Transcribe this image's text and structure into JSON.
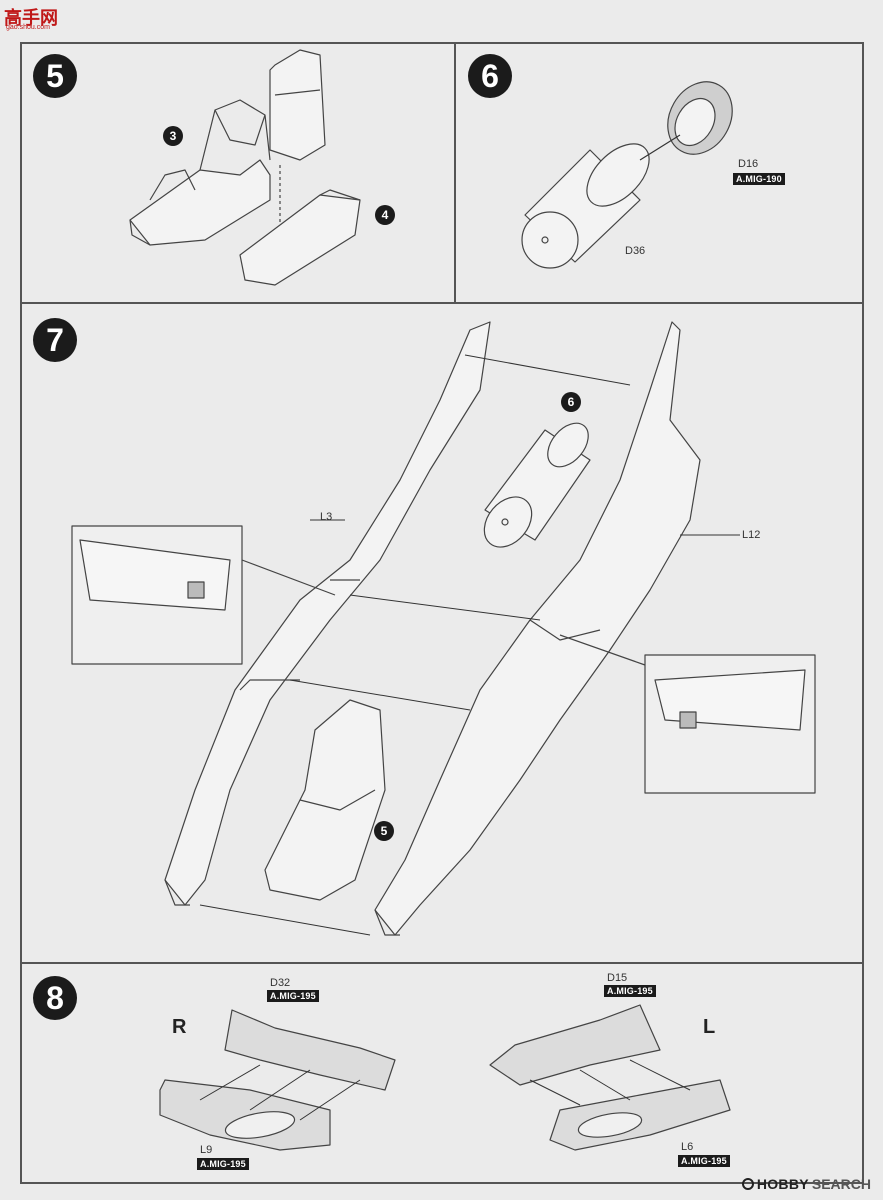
{
  "header": {
    "logo_title": "高手网",
    "logo_url": "gao.shou.com"
  },
  "steps": [
    {
      "number": "5"
    },
    {
      "number": "6"
    },
    {
      "number": "7"
    },
    {
      "number": "8"
    }
  ],
  "step5": {
    "ref_a": "3",
    "ref_b": "4"
  },
  "step6": {
    "part_ring": "D16",
    "paint_ring": "A.MIG-190",
    "part_tube": "D36"
  },
  "step7": {
    "ref_nozzle": "6",
    "ref_cockpit": "5",
    "part_left": "L3",
    "part_right": "L12"
  },
  "step8": {
    "side_right": "R",
    "side_left": "L",
    "part_r_top": "D32",
    "paint_r_top": "A.MIG-195",
    "part_r_bottom": "L9",
    "paint_r_bottom": "A.MIG-195",
    "part_l_top": "D15",
    "paint_l_top": "A.MIG-195",
    "part_l_bottom": "L6",
    "paint_l_bottom": "A.MIG-195"
  },
  "watermark": {
    "brand": "HOBBY",
    "suffix": "SEARCH"
  },
  "colors": {
    "paper": "#ebebeb",
    "ink": "#1b1b1b",
    "line": "#555555",
    "part_fill": "#dcdcdc",
    "logo_red": "#c01818"
  }
}
